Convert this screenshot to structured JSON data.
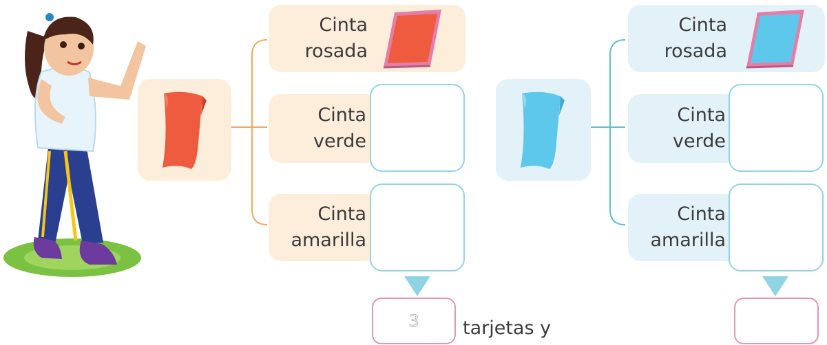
{
  "left_tree": {
    "card_color": "#ee5b3f",
    "line_color": "#f0a95e",
    "branches": [
      {
        "line1": "Cinta",
        "line2": "rosada"
      },
      {
        "line1": "Cinta",
        "line2": "verde"
      },
      {
        "line1": "Cinta",
        "line2": "amarilla"
      }
    ],
    "answer_value": "3",
    "answer_suffix": "tarjetas y"
  },
  "right_tree": {
    "card_color": "#5ec8ec",
    "line_color": "#5cc1cf",
    "branches": [
      {
        "line1": "Cinta",
        "line2": "rosada"
      },
      {
        "line1": "Cinta",
        "line2": "verde"
      },
      {
        "line1": "Cinta",
        "line2": "amarilla"
      }
    ],
    "answer_value": ""
  },
  "colors": {
    "box_border": "#8fd4e3",
    "answer_border": "#e892b4",
    "ribbon_pink": "#e47ea6"
  },
  "icons": [
    "girl-pointing-illustration",
    "red-card-icon",
    "blue-card-icon",
    "red-card-pink-ribbon-icon",
    "blue-card-pink-ribbon-icon"
  ]
}
